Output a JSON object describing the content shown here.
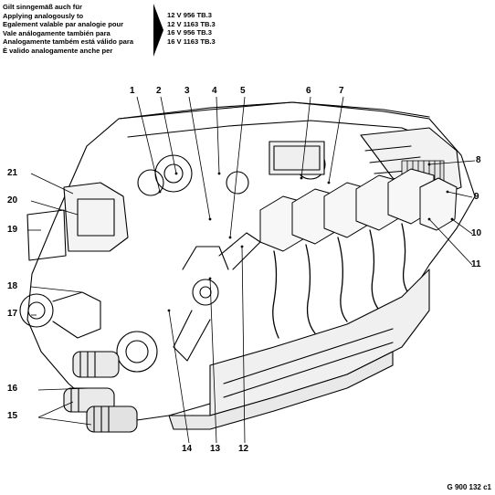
{
  "applicability": {
    "lines": [
      "Gilt sinngemäß auch für",
      "Applying analogously to",
      "Egalement valable par analogie pour",
      "Vale análogamente también para",
      "Analogamente também está válido para",
      "È valido analogamente anche per"
    ],
    "models": [
      "12 V 956 TB.3",
      "12 V 1163 TB.3",
      "16 V 956 TB.3",
      "16 V 1163 TB.3"
    ]
  },
  "callouts": [
    "1",
    "2",
    "3",
    "4",
    "5",
    "6",
    "7",
    "8",
    "9",
    "10",
    "11",
    "12",
    "13",
    "14",
    "15",
    "16",
    "17",
    "18",
    "19",
    "20",
    "21"
  ],
  "drawing_code": "G 900 132 c1"
}
